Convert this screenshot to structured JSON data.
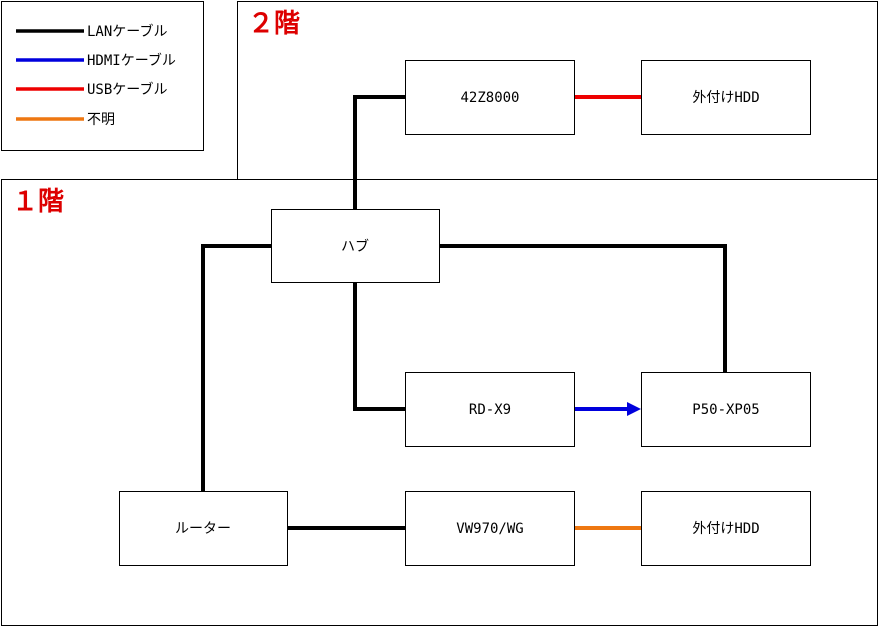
{
  "colors": {
    "lan": "#000000",
    "hdmi": "#0000dd",
    "usb": "#ee0000",
    "unknown": "#ee7711",
    "floor_label": "#dd0000"
  },
  "legend": {
    "items": [
      {
        "key": "lan",
        "label": "LANケーブル"
      },
      {
        "key": "hdmi",
        "label": "HDMIケーブル"
      },
      {
        "key": "usb",
        "label": "USBケーブル"
      },
      {
        "key": "unknown",
        "label": "不明"
      }
    ]
  },
  "floors": {
    "second": {
      "label": "２階"
    },
    "first": {
      "label": "１階"
    }
  },
  "devices": {
    "tv_42z8000": "42Z8000",
    "hdd_upstairs": "外付けHDD",
    "hub": "ハブ",
    "rd_x9": "RD-X9",
    "p50_xp05": "P50-XP05",
    "router": "ルーター",
    "vw970": "VW970/WG",
    "hdd_downstairs": "外付けHDD"
  }
}
